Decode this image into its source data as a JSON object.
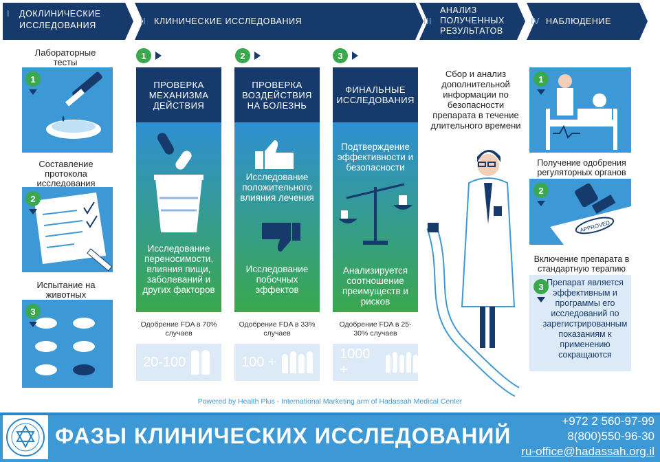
{
  "phases": [
    {
      "roman": "I",
      "title": "ДОКЛИНИЧЕСКИЕ ИССЛЕДОВАНИЯ"
    },
    {
      "roman": "II",
      "title": "КЛИНИЧЕСКИЕ ИССЛЕДОВАНИЯ"
    },
    {
      "roman": "III",
      "title": "АНАЛИЗ ПОЛУЧЕННЫХ РЕЗУЛЬТАТОВ"
    },
    {
      "roman": "IV",
      "title": "НАБЛЮДЕНИЕ"
    }
  ],
  "preclinical": [
    {
      "num": "1",
      "label": "Лабораторные тесты"
    },
    {
      "num": "2",
      "label": "Составление протокола исследования"
    },
    {
      "num": "3",
      "label": "Испытание на животных"
    }
  ],
  "clinical": [
    {
      "num": "1",
      "title": "ПРОВЕРКА МЕХАНИЗМА ДЕЙСТВИЯ",
      "text1": "Исследование переносимости, влияния пищи, заболеваний и других факторов",
      "text2": "",
      "fda": "Одобрение FDA в 70% случаев",
      "count": "20-100"
    },
    {
      "num": "2",
      "title": "ПРОВЕРКА ВОЗДЕЙСТВИЯ НА БОЛЕЗНЬ",
      "text1": "Исследование положительного влияния лечения",
      "text2": "Исследование побочных эффектов",
      "fda": "Одобрение FDA в 33% случаев",
      "count": "100 +"
    },
    {
      "num": "3",
      "title": "ФИНАЛЬНЫЕ ИССЛЕДОВАНИЯ",
      "text1": "Подтверждение эффективности и безопасности",
      "text2": "Анализируется соотношение преимуществ и рисков",
      "fda": "Одобрение FDA в 25-30% случаев",
      "count": "1000 +"
    }
  ],
  "analysis": {
    "text": "Сбор и анализ дополнительной информации по безопасности препарата в течение длительного времени"
  },
  "observation": [
    {
      "num": "1",
      "label": ""
    },
    {
      "num": "2",
      "label": "Получение одобрения регуляторных органов"
    },
    {
      "num": "3",
      "label": "Включение препарата в стандартную терапию",
      "text": "Препарат является эффективным и программы его исследований по зарегистрированным показаниям к применению сокращаются"
    }
  ],
  "stamp_text": "APPROVED",
  "powered_by": "Powered by Health Plus - International Marketing arm of Hadassah Medical Center",
  "footer": {
    "title": "ФАЗЫ КЛИНИЧЕСКИХ ИССЛЕДОВАНИЙ",
    "phone1": "+972 2 560-97-99",
    "phone2": "8(800)550-96-30",
    "email": "ru-office@hadassah.org.il"
  },
  "colors": {
    "navy": "#163a6b",
    "blue": "#3d98d6",
    "green": "#3aa84d",
    "light": "#dbeaf6"
  }
}
